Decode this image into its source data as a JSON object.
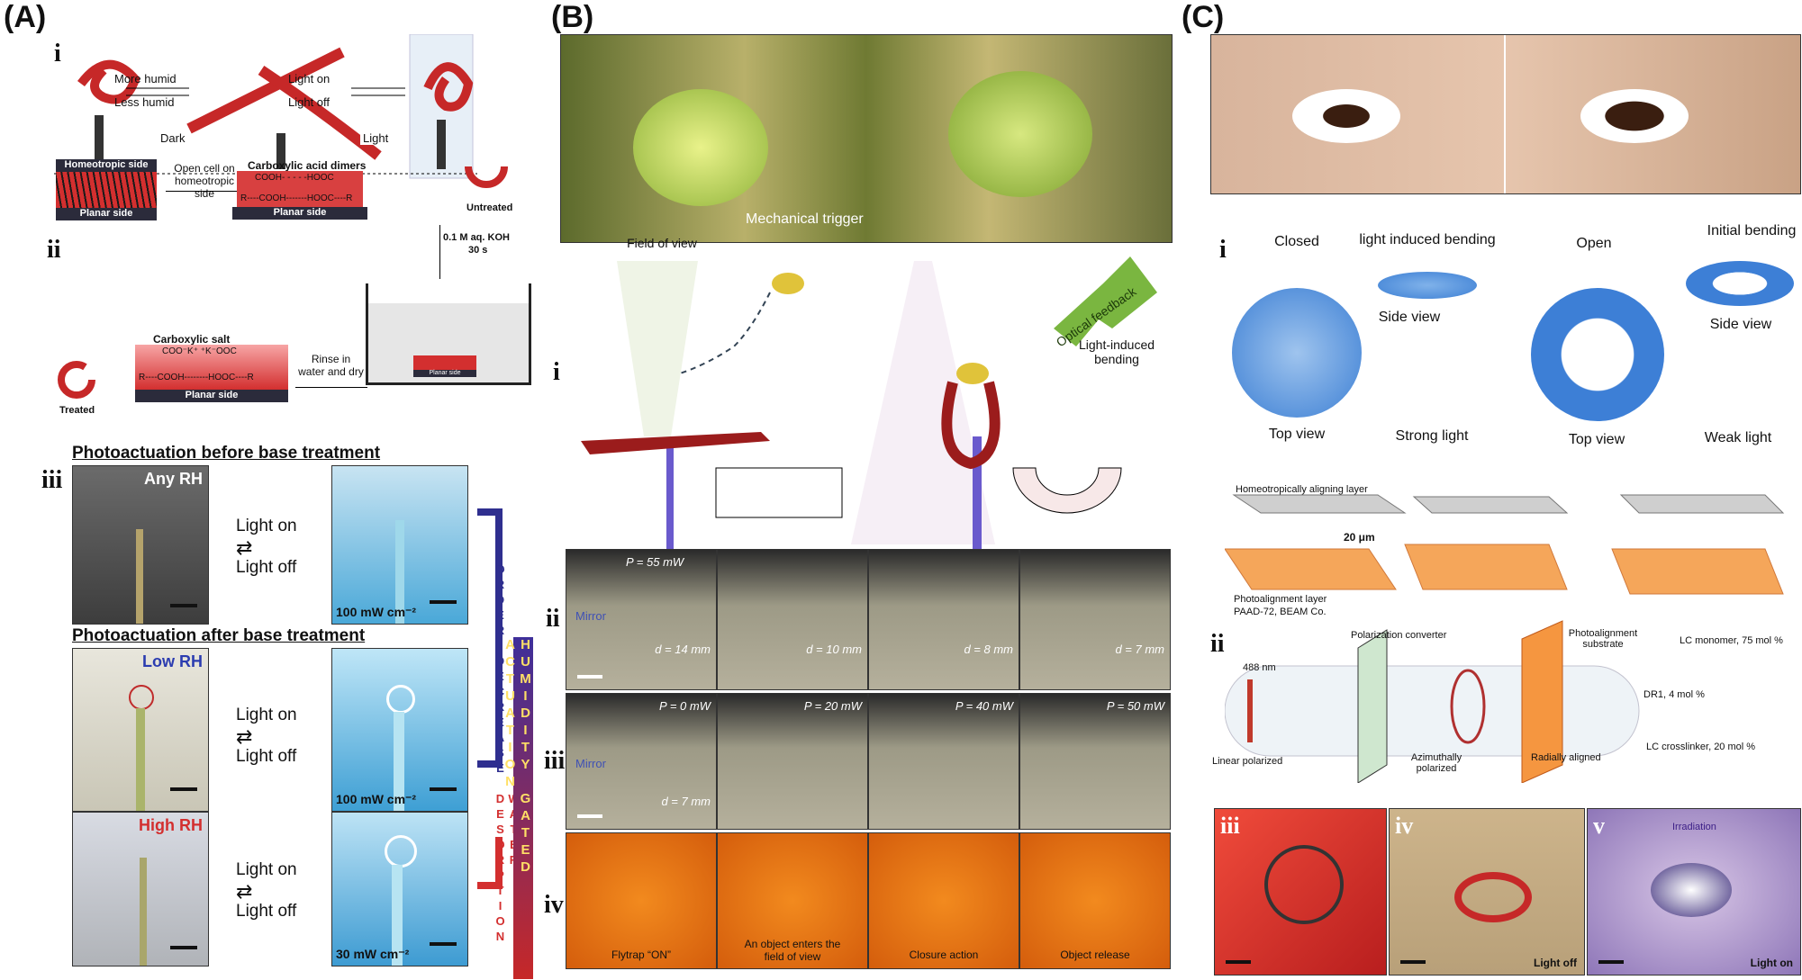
{
  "panels": {
    "A": {
      "letter": "(A)",
      "roman": {
        "i": "i",
        "ii": "ii",
        "iii": "iii"
      },
      "i": {
        "more_humid": "More humid",
        "less_humid": "Less humid",
        "light_on": "Light on",
        "light_off": "Light off",
        "dark": "Dark",
        "light": "Light"
      },
      "ii": {
        "homeotropic_side": "Homeotropic side",
        "planar_side": "Planar side",
        "open_cell": "Open cell on homeotropic side",
        "dimers_title": "Carboxylic acid dimers",
        "dimers_top": "COOH- - - - -HOOC",
        "dimers_mid": "R----COOH-------HOOC----R",
        "untreated": "Untreated",
        "koh_step": "0.1 M aq. KOH",
        "koh_time": "30 s",
        "salt_title": "Carboxylic salt",
        "salt_top": "COO⁻K⁺   ⁺K⁻OOC",
        "salt_mid": "R----COOH--------HOOC----R",
        "rinse": "Rinse in water and dry",
        "treated": "Treated",
        "planar_side_small": "Planar side"
      },
      "iii": {
        "before_title": "Photoactuation before base treatment",
        "after_title": "Photoactuation after base treatment",
        "any_rh": "Any RH",
        "low_rh": "Low RH",
        "high_rh": "High RH",
        "light_on": "Light on",
        "light_off": "Light off",
        "int1": "100 mW cm⁻²",
        "int2": "100 mW cm⁻²",
        "int3": "30 mW cm⁻²",
        "order_decrease": "ORDER DECREASE",
        "water_desorption": "WATER DESORPTION",
        "humidity_gated": "HUMIDITY GATED ACTUATION"
      }
    },
    "B": {
      "letter": "(B)",
      "roman": {
        "i": "i",
        "ii": "ii",
        "iii": "iii",
        "iv": "iv"
      },
      "mechanical_trigger": "Mechanical trigger",
      "field_of_view": "Field of view",
      "optical_feedback": "Optical feedback",
      "light_induced_bending": "Light-induced bending",
      "mirror": "Mirror",
      "row_ii": [
        {
          "p": "P = 55 mW",
          "d": "d = 14 mm"
        },
        {
          "p": "",
          "d": "d = 10 mm"
        },
        {
          "p": "",
          "d": "d = 8 mm"
        },
        {
          "p": "",
          "d": "d = 7 mm"
        }
      ],
      "row_iii": [
        {
          "p": "P = 0 mW",
          "d": "d = 7 mm"
        },
        {
          "p": "P = 20 mW",
          "d": ""
        },
        {
          "p": "P = 40 mW",
          "d": ""
        },
        {
          "p": "P = 50 mW",
          "d": ""
        }
      ],
      "row_iv": [
        "Flytrap “ON”",
        "An object enters the field of view",
        "Closure action",
        "Object release"
      ]
    },
    "C": {
      "letter": "(C)",
      "roman": {
        "i": "i",
        "ii": "ii",
        "iii": "iii",
        "iv": "iv",
        "v": "v"
      },
      "i": {
        "closed": "Closed",
        "light_induced_bending": "light induced bending",
        "side_view": "Side view",
        "open": "Open",
        "initial_bending": "Initial bending",
        "side_view_2": "Side view",
        "top_view": "Top view",
        "strong_light": "Strong light",
        "top_view_2": "Top view",
        "weak_light": "Weak light"
      },
      "ii": {
        "homeo_layer": "Homeotropically aligning layer",
        "thickness": "20 μm",
        "photo_layer": "Photoalignment layer",
        "photo_layer_2": "PAAD-72, BEAM Co.",
        "polarization_converter": "Polarization converter",
        "photoalignment_substrate": "Photoalignment substrate",
        "wavelength": "488 nm",
        "linear_polarized": "Linear polarized",
        "azimuthally_polarized": "Azimuthally polarized",
        "radially_aligned": "Radially aligned",
        "lc_monomer": "LC monomer, 75 mol %",
        "dr1": "DR1, 4 mol %",
        "lc_crosslinker": "LC crosslinker, 20 mol %"
      },
      "light_off": "Light off",
      "irradiation": "Irradiation",
      "light_on": "Light on"
    }
  }
}
